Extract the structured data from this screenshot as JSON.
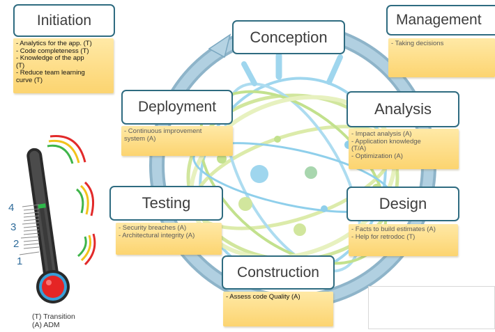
{
  "stages": {
    "conception": "Conception",
    "analysis": "Analysis",
    "design": "Design",
    "construction": "Construction",
    "testing": "Testing",
    "deployment": "Deployment",
    "initiation": "Initiation",
    "management": "Management"
  },
  "notes": {
    "initiation": [
      "- Analytics for the app. (T)",
      "- Code completeness (T)",
      "- Knowledge of the app",
      "(T)",
      "- Reduce team learning",
      "curve (T)"
    ],
    "management": [
      "- Taking decisions"
    ],
    "deployment": [
      "- Continuous improvement",
      "system (A)"
    ],
    "analysis": [
      "- Impact analysis (A)",
      "- Application  knowledge",
      "(T/A)",
      "- Optimization (A)"
    ],
    "design": [
      "- Facts to build estimates (A)",
      "- Help for retrodoc (T)"
    ],
    "testing": [
      "- Security breaches (A)",
      "- Architectural integrity (A)"
    ],
    "construction": [
      "- Assess code Quality (A)"
    ]
  },
  "thermometer": {
    "scale": [
      "4",
      "3",
      "2",
      "1"
    ]
  },
  "legend": {
    "transition": "(T) Transition",
    "adm": "(A) ADM"
  },
  "colors": {
    "cycle_ring": "#9fc4d6",
    "box_border": "#2e6b80",
    "note_fill": "#fcd470",
    "globe_green": "#b7d96a",
    "globe_blue": "#7cc7e8",
    "thermo_red": "#e52525",
    "thermo_green": "#2eb84a"
  }
}
